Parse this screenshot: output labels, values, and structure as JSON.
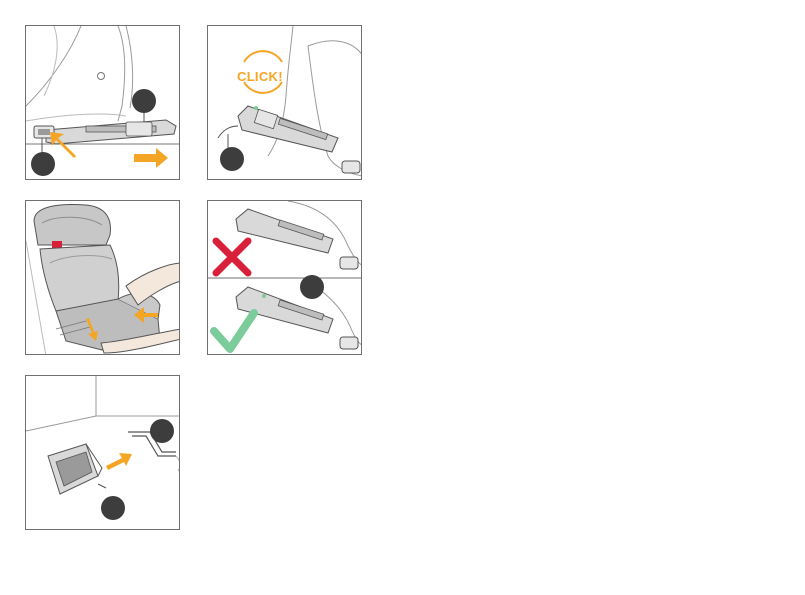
{
  "page": {
    "background": "#ffffff",
    "accent_orange": "#f5a524",
    "step_dot_color": "#3d3d3d",
    "error_red": "#d8203a",
    "ok_green": "#7ccb9a"
  },
  "panels": [
    {
      "id": "step-1",
      "icons": [
        "step-marker-icon",
        "step-marker-icon",
        "arrow-icon",
        "arrow-icon"
      ]
    },
    {
      "id": "step-2",
      "click_label": "CLICK!",
      "icons": [
        "step-marker-icon",
        "click-burst-icon"
      ]
    },
    {
      "id": "step-3",
      "icons": [
        "arrow-icon",
        "arrow-icon",
        "hand-icon"
      ]
    },
    {
      "id": "step-4",
      "icons": [
        "cross-icon",
        "check-icon",
        "step-marker-icon"
      ]
    },
    {
      "id": "step-5",
      "icons": [
        "step-marker-icon",
        "step-marker-icon",
        "arrow-icon"
      ]
    }
  ]
}
